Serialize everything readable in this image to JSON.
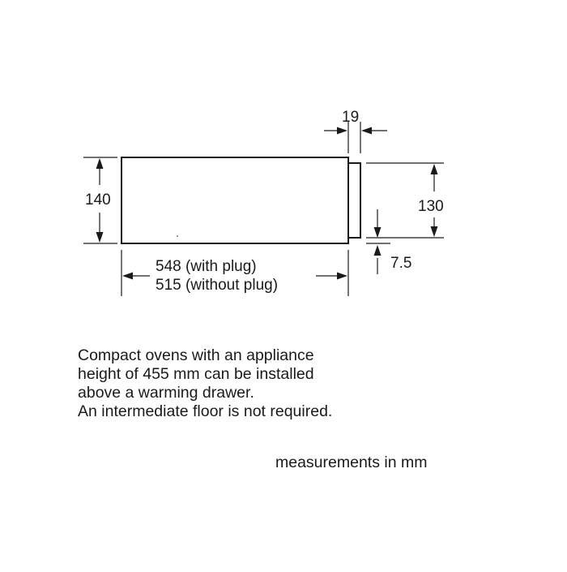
{
  "dimensions": {
    "height_body": "140",
    "front_panel_depth": "19",
    "front_panel_height": "130",
    "bottom_offset": "7.5",
    "depth_with_plug": "548 (with plug)",
    "depth_without_plug": "515 (without plug)"
  },
  "note": {
    "lines": [
      "Compact ovens with an appliance",
      "height of 455 mm can be installed",
      "above a warming drawer.",
      "An intermediate floor is not required."
    ]
  },
  "units_label": "measurements in mm"
}
